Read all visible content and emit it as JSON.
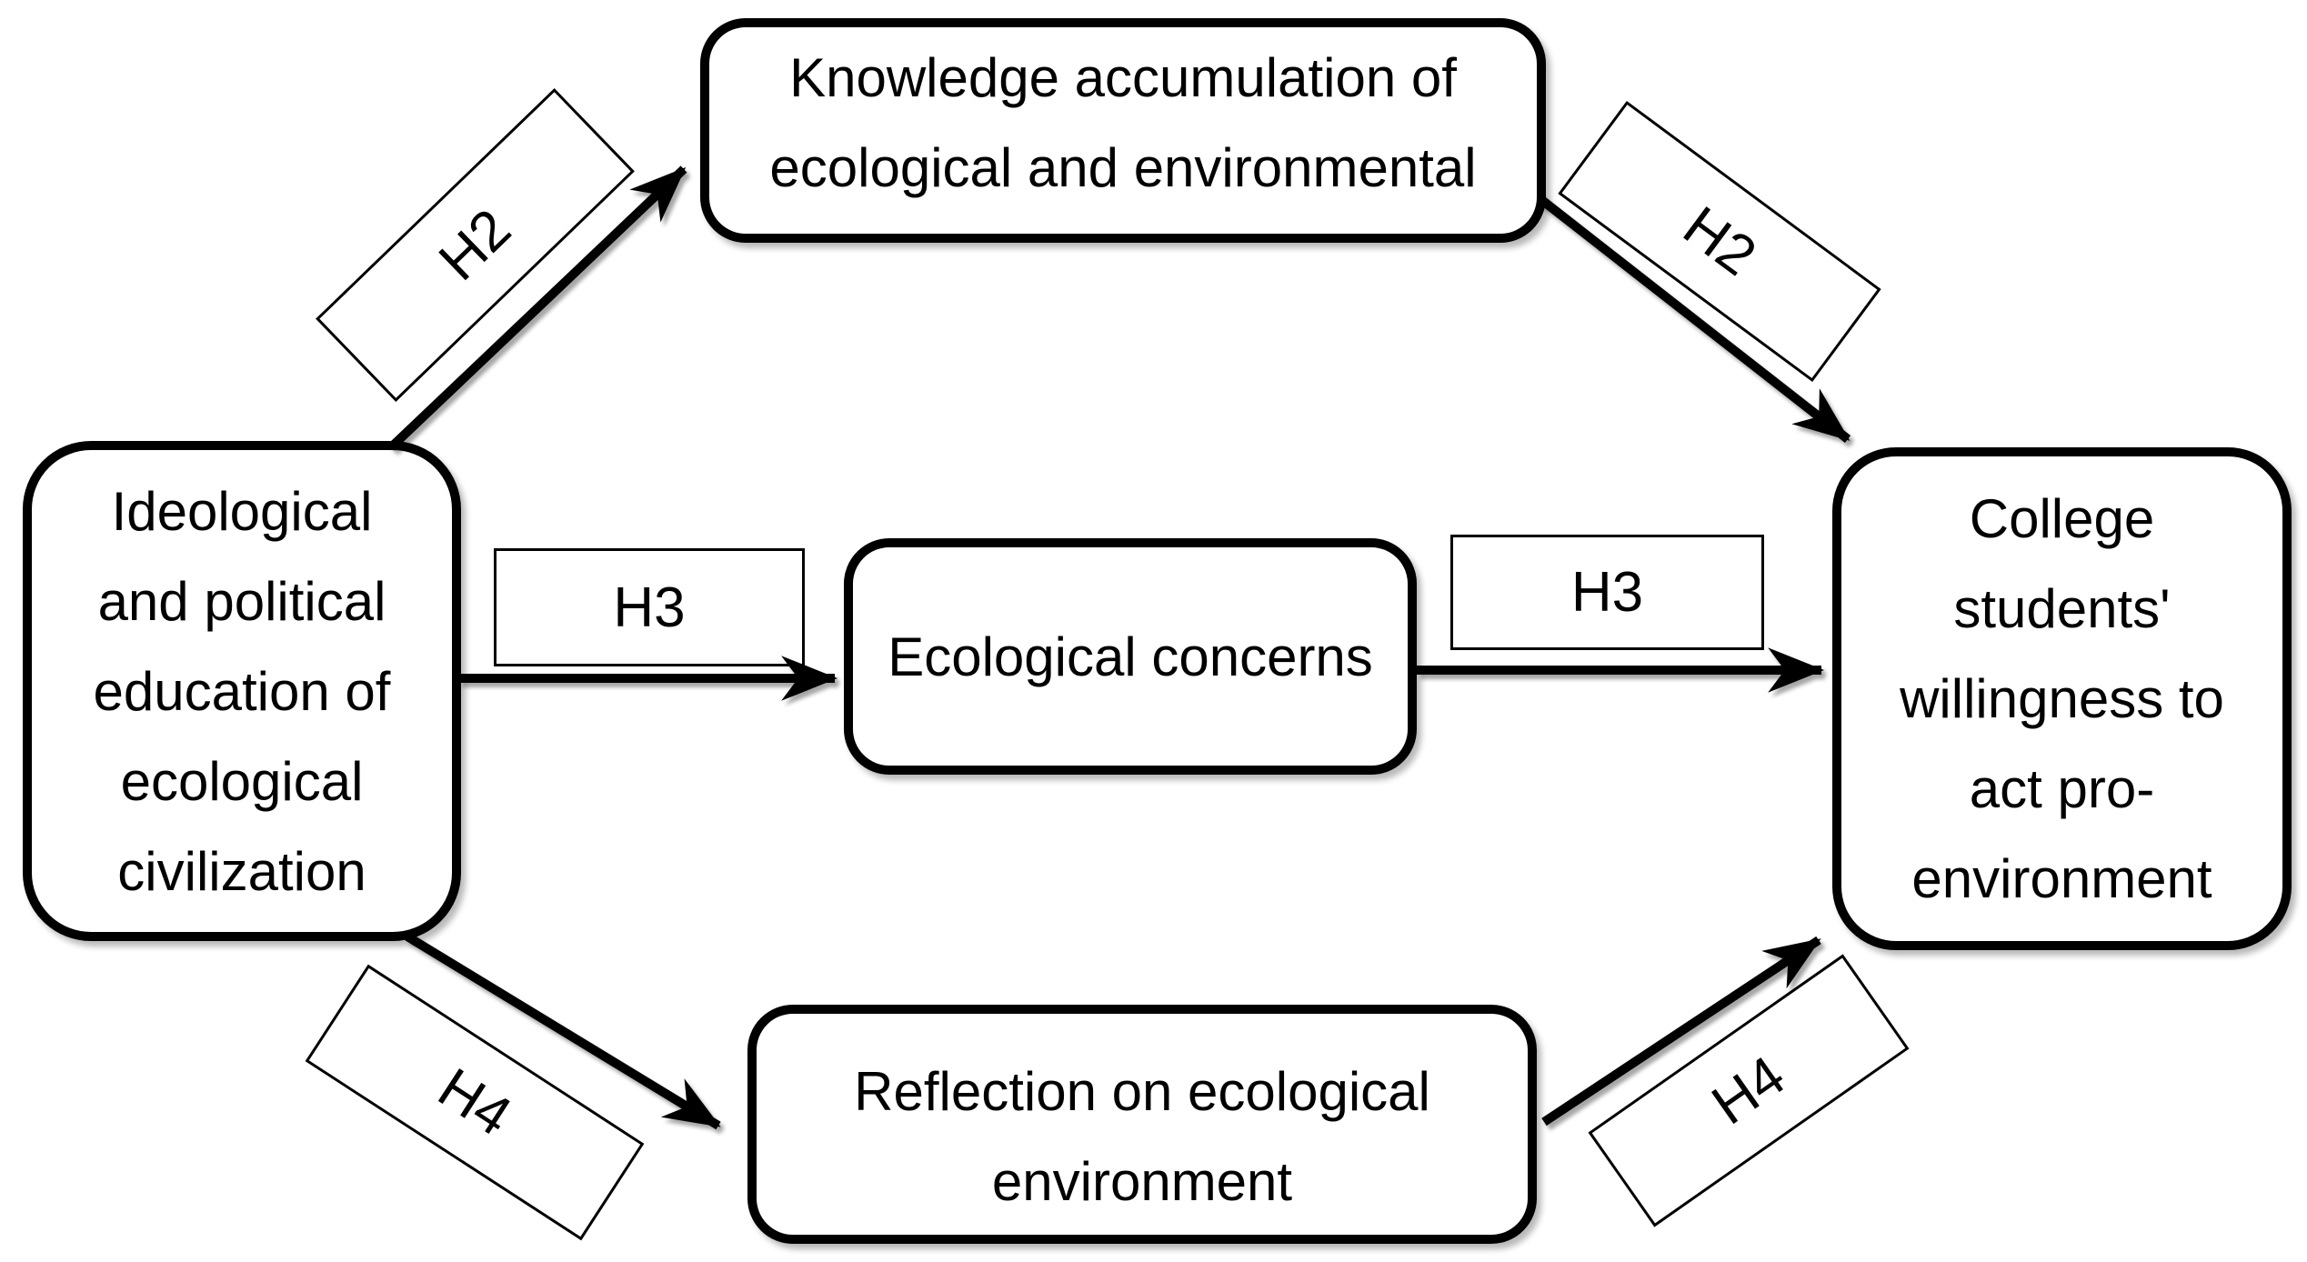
{
  "canvas": {
    "background_color": "#ffffff",
    "ink_color": "#000000",
    "description": "Hypothesis path model: ideological and political education of ecological civilization affecting college students' pro-environment willingness via three mediators (H2, H3, H4 paths)"
  },
  "nodes": {
    "predictor": {
      "label": "Ideological and political education of ecological civilization",
      "lines": [
        "Ideological",
        "and political",
        "education of",
        "ecological",
        "civilization"
      ]
    },
    "mediator_knowledge": {
      "label": "Knowledge accumulation of ecological and environmental",
      "lines": [
        "Knowledge accumulation of",
        "ecological and environmental"
      ]
    },
    "mediator_concerns": {
      "label": "Ecological concerns",
      "lines": [
        "Ecological concerns"
      ]
    },
    "mediator_reflection": {
      "label": "Reflection on ecological environment",
      "lines": [
        "Reflection on ecological",
        "environment"
      ]
    },
    "outcome": {
      "label": "College students' willingness to act pro-environment",
      "lines": [
        "College",
        "students'",
        "willingness to",
        "act pro-",
        "environment"
      ]
    }
  },
  "hypotheses": {
    "h2_left": "H2",
    "h2_right": "H2",
    "h3_left": "H3",
    "h3_right": "H3",
    "h4_left": "H4",
    "h4_right": "H4"
  }
}
